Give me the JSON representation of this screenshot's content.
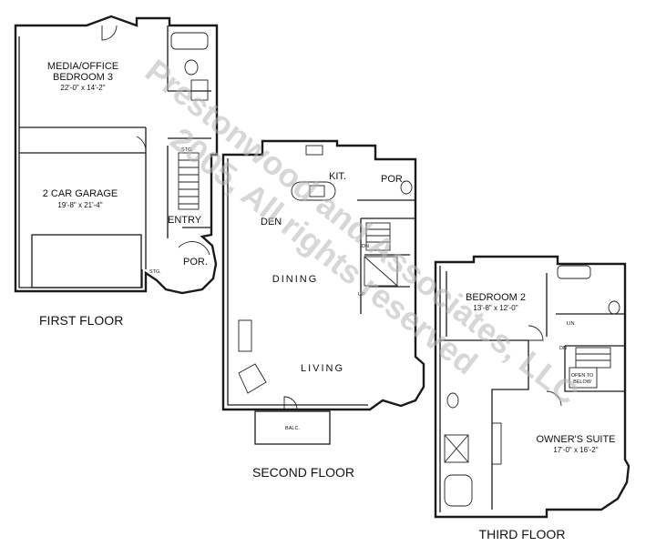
{
  "floors": {
    "first": {
      "title": "FIRST FLOOR",
      "rooms": {
        "media_name_1": "MEDIA/OFFICE",
        "media_name_2": "BEDROOM 3",
        "media_dim": "22'-0\" x 14'-2\"",
        "garage_name": "2 CAR GARAGE",
        "garage_dim": "19'-8\" x 21'-4\"",
        "entry": "ENTRY",
        "porch": "POR.",
        "stg_1": "STG.",
        "stg_2": "STG."
      }
    },
    "second": {
      "title": "SECOND FLOOR",
      "rooms": {
        "kitchen": "KIT.",
        "porch": "POR.",
        "den": "DEN",
        "dining": "DINING",
        "living": "LIVING",
        "balcony": "BALC.",
        "dn": "DN",
        "up": "UP"
      }
    },
    "third": {
      "title": "THIRD FLOOR",
      "rooms": {
        "bedroom2_name": "BEDROOM 2",
        "bedroom2_dim": "13'-8\" x 12'-0\"",
        "suite_name": "OWNER'S SUITE",
        "suite_dim": "17'-0\" x 16'-2\"",
        "dn": "DN",
        "open_1": "OPEN TO",
        "open_2": "BELOW",
        "lin": "LIN"
      }
    }
  },
  "watermark": {
    "line1": "Prestonwood and Associates, LLC",
    "line2": "2005, All rights reserved"
  }
}
